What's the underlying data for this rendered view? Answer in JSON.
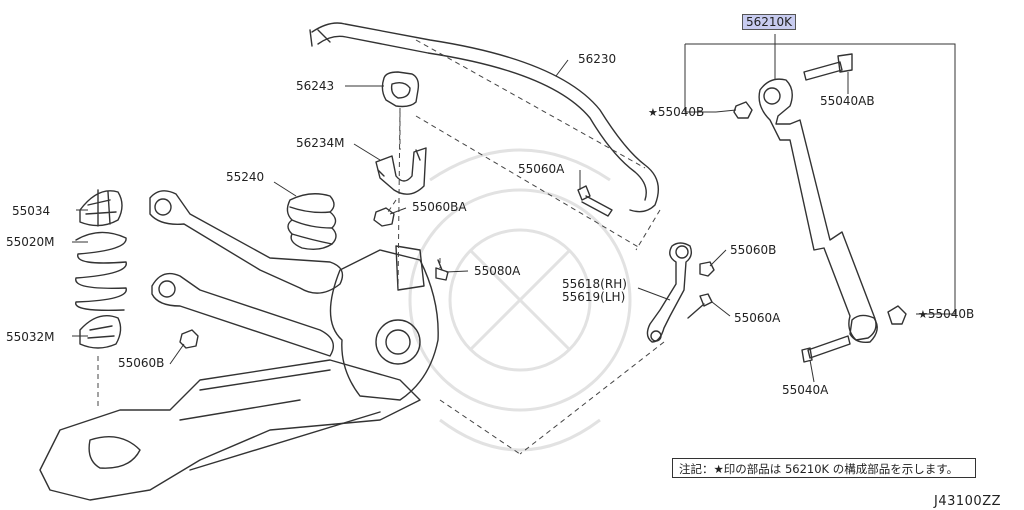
{
  "labels": {
    "p56210k": "56210K",
    "p56230": "56230",
    "p56243": "56243",
    "p56234m": "56234M",
    "p55240": "55240",
    "p55060ba": "55060BA",
    "p55060a_top": "55060A",
    "p55060b_mid": "55060B",
    "p55080a": "55080A",
    "p55618": "55618(RH)",
    "p55619": "55619(LH)",
    "p55060a_low": "55060A",
    "p55034": "55034",
    "p55020m": "55020M",
    "p55032m": "55032M",
    "p55060b_low": "55060B",
    "p55040b_left": "55040B",
    "p55040ab": "55040AB",
    "p55040b_right": "55040B",
    "p55040a": "55040A"
  },
  "star_glyph": "★",
  "note": "注記：★印の部品は 56210K の構成部品を示します。",
  "diagram_code": "J43100ZZ"
}
